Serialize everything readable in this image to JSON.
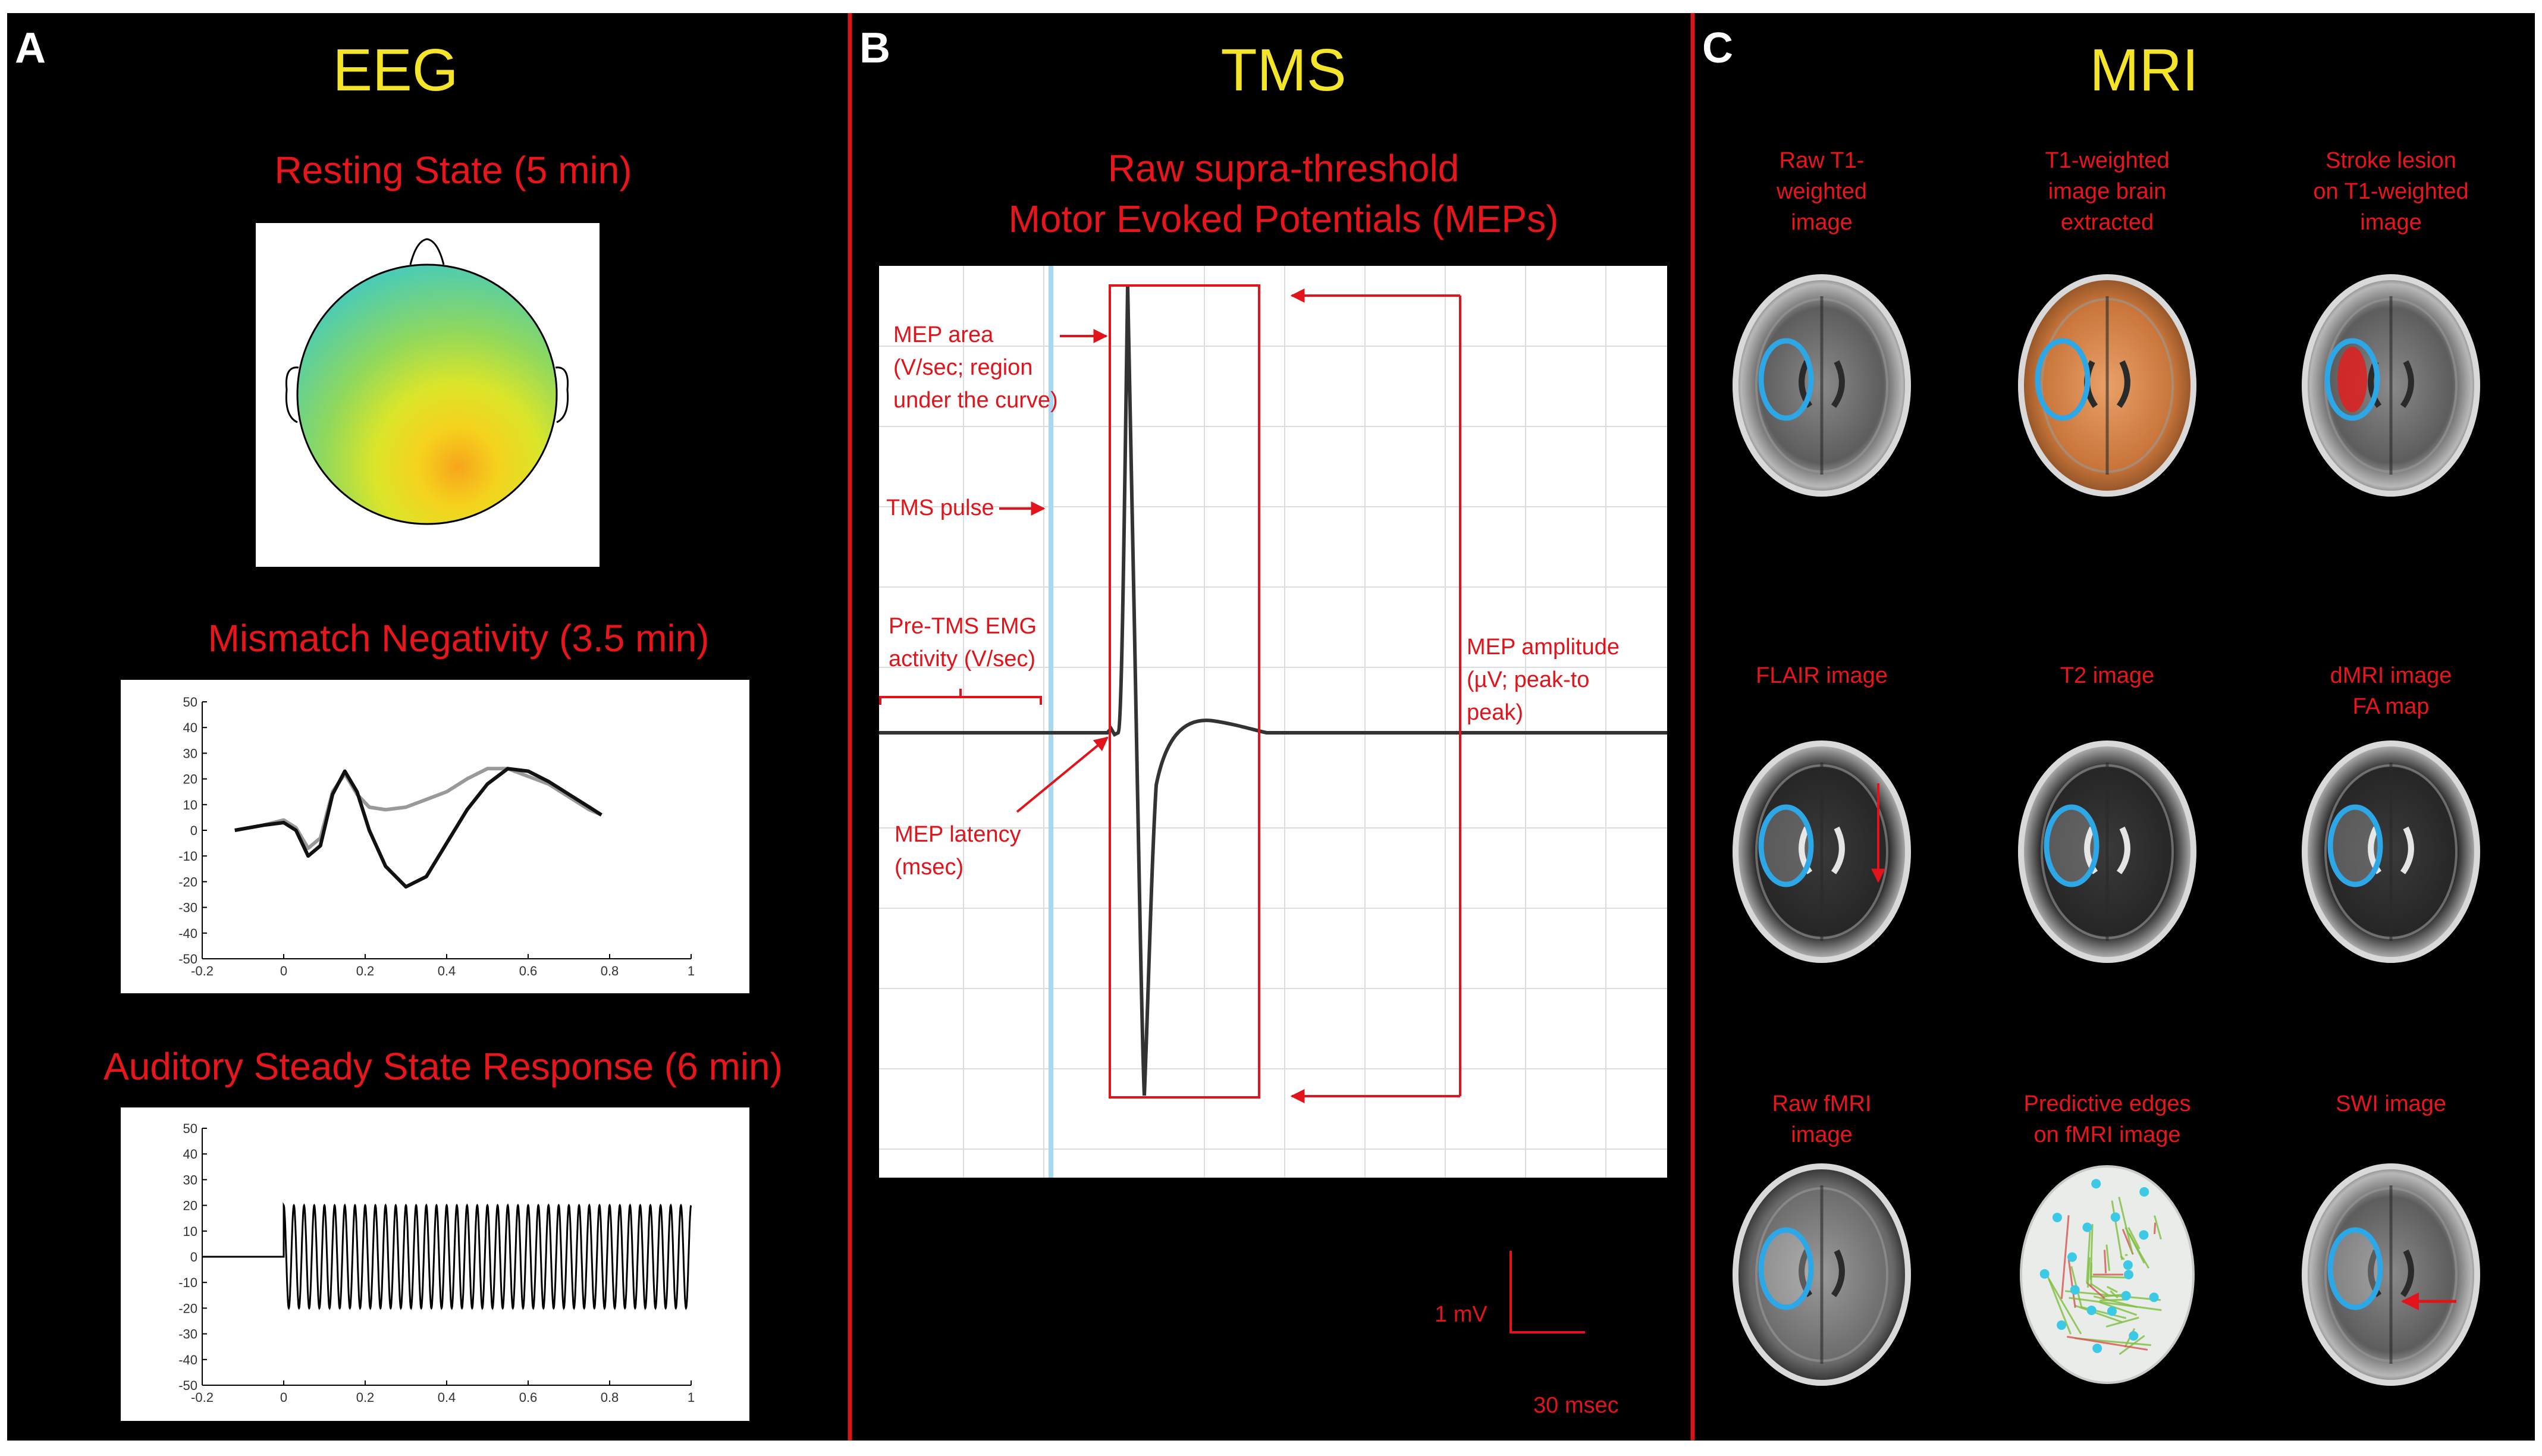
{
  "colors": {
    "background": "#000000",
    "heading": "#f5e52a",
    "label": "#e8161a",
    "divider": "#d41818",
    "annotation": "#e0141a",
    "cyan": "#2ea7e6"
  },
  "panels": {
    "A": {
      "letter": "A",
      "title": "EEG",
      "resting_label": "Resting State (5 min)",
      "mmn_label": "Mismatch Negativity  (3.5 min)",
      "assr_label": "Auditory Steady State Response  (6 min)"
    },
    "B": {
      "letter": "B",
      "title": "TMS",
      "subtitle_line1": "Raw supra-threshold",
      "subtitle_line2": "Motor Evoked Potentials (MEPs)",
      "ann_area": [
        "MEP area",
        "(V/sec; region",
        "under the curve)"
      ],
      "ann_pulse": "TMS pulse",
      "ann_pre": [
        "Pre-TMS EMG",
        "activity (V/sec)"
      ],
      "ann_amp": [
        "MEP amplitude",
        "(µV; peak-to",
        "peak)"
      ],
      "ann_latency": [
        "MEP latency",
        "(msec)"
      ],
      "scale_v": "1 mV",
      "scale_h": "30 msec"
    },
    "C": {
      "letter": "C",
      "title": "MRI",
      "images": [
        {
          "label": [
            "Raw T1-",
            "weighted",
            "image"
          ],
          "icon": "brain-scan-icon"
        },
        {
          "label": [
            "T1-weighted",
            "image brain",
            "extracted"
          ],
          "icon": "brain-scan-icon"
        },
        {
          "label": [
            "Stroke lesion",
            "on T1-weighted",
            "image"
          ],
          "icon": "brain-scan-icon"
        },
        {
          "label": [
            "FLAIR image"
          ],
          "icon": "brain-scan-icon"
        },
        {
          "label": [
            "T2 image"
          ],
          "icon": "brain-scan-icon"
        },
        {
          "label": [
            "dMRI image",
            "FA map"
          ],
          "icon": "brain-scan-icon"
        },
        {
          "label": [
            "Raw fMRI",
            "image"
          ],
          "icon": "brain-scan-icon"
        },
        {
          "label": [
            "Predictive edges",
            "on fMRI image"
          ],
          "icon": "brain-network-icon"
        },
        {
          "label": [
            "SWI image"
          ],
          "icon": "brain-scan-icon"
        }
      ]
    }
  },
  "chart_data": [
    {
      "type": "line",
      "id": "mmn",
      "title": "",
      "xlim": [
        -0.2,
        1
      ],
      "ylim": [
        -50,
        50
      ],
      "xticks": [
        -0.2,
        0,
        0.2,
        0.4,
        0.6,
        0.8,
        1
      ],
      "yticks": [
        50,
        40,
        30,
        20,
        10,
        0,
        -10,
        -20,
        -30,
        -40,
        -50
      ],
      "series": [
        {
          "color": "#999999",
          "x": [
            -0.12,
            -0.05,
            0.0,
            0.03,
            0.06,
            0.09,
            0.12,
            0.15,
            0.18,
            0.21,
            0.25,
            0.3,
            0.35,
            0.4,
            0.45,
            0.5,
            0.55,
            0.6,
            0.65,
            0.7,
            0.75,
            0.78
          ],
          "y": [
            0,
            2,
            4,
            1,
            -7,
            -3,
            15,
            22,
            14,
            9,
            8,
            9,
            12,
            15,
            20,
            24,
            24,
            21,
            18,
            13,
            8,
            6
          ]
        },
        {
          "color": "#111111",
          "x": [
            -0.12,
            -0.05,
            0.0,
            0.03,
            0.06,
            0.09,
            0.12,
            0.15,
            0.18,
            0.21,
            0.25,
            0.3,
            0.35,
            0.4,
            0.45,
            0.5,
            0.55,
            0.6,
            0.65,
            0.7,
            0.75,
            0.78
          ],
          "y": [
            0,
            2,
            3,
            0,
            -10,
            -6,
            14,
            23,
            15,
            0,
            -14,
            -22,
            -18,
            -5,
            8,
            18,
            24,
            23,
            19,
            14,
            9,
            6
          ]
        }
      ]
    },
    {
      "type": "line",
      "id": "assr",
      "title": "",
      "xlim": [
        -0.2,
        1
      ],
      "ylim": [
        -50,
        50
      ],
      "xticks": [
        -0.2,
        0,
        0.2,
        0.4,
        0.6,
        0.8,
        1
      ],
      "yticks": [
        50,
        40,
        30,
        20,
        10,
        0,
        -10,
        -20,
        -30,
        -40,
        -50
      ],
      "series": [
        {
          "name": "",
          "color": "#000000",
          "baseline": 0,
          "amplitude": 20,
          "onset": 0,
          "frequency_hz": 40
        }
      ]
    }
  ]
}
